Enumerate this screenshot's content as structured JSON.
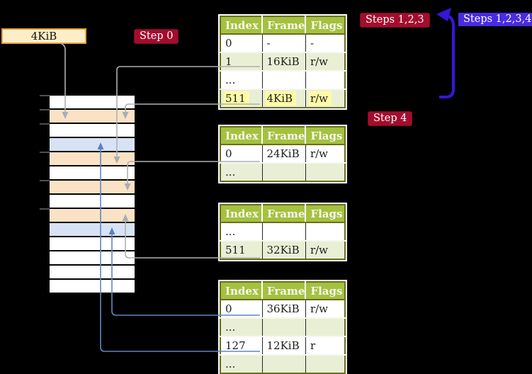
{
  "palette": {
    "background": "#000000",
    "table_header_bg": "#a4c13f",
    "table_alt_row_bg": "#e9efd5",
    "table_border": "#6b6e1f",
    "highlight_yellow": "#fdfba6",
    "frame_peach": "#fbe2c5",
    "frame_blue": "#d7e3f4",
    "connector_gray": "#b0b0b0",
    "connector_blue": "#6286c1",
    "bracket_arrow_blue": "#3517d8",
    "badge_red": "#a30d2e",
    "badge_blue": "#4a2be1",
    "size_label_bg": "#fceec8",
    "size_label_border": "#e7a33c"
  },
  "labels": {
    "page_size": "4KiB",
    "step0": "Step 0",
    "steps123": "Steps 1,2,3",
    "steps1234": "Steps 1,2,3,4",
    "step4": "Step 4"
  },
  "tables": [
    {
      "headers": [
        "Index",
        "Frame",
        "Flags"
      ],
      "rows": [
        {
          "cells": [
            "0",
            "-",
            "-"
          ]
        },
        {
          "cells": [
            "1",
            "16KiB",
            "r/w"
          ]
        },
        {
          "cells": [
            "...",
            "",
            ""
          ]
        },
        {
          "cells": [
            "511",
            "4KiB",
            "r/w"
          ],
          "highlighted": true
        }
      ]
    },
    {
      "headers": [
        "Index",
        "Frame",
        "Flags"
      ],
      "rows": [
        {
          "cells": [
            "0",
            "24KiB",
            "r/w"
          ]
        },
        {
          "cells": [
            "...",
            "",
            ""
          ]
        }
      ]
    },
    {
      "headers": [
        "Index",
        "Frame",
        "Flags"
      ],
      "rows": [
        {
          "cells": [
            "...",
            "",
            ""
          ]
        },
        {
          "cells": [
            "511",
            "32KiB",
            "r/w"
          ]
        }
      ]
    },
    {
      "headers": [
        "Index",
        "Frame",
        "Flags"
      ],
      "rows": [
        {
          "cells": [
            "0",
            "36KiB",
            "r/w"
          ]
        },
        {
          "cells": [
            "...",
            "",
            ""
          ]
        },
        {
          "cells": [
            "127",
            "12KiB",
            "r"
          ]
        },
        {
          "cells": [
            "...",
            "",
            ""
          ]
        }
      ]
    }
  ],
  "memory": {
    "row_colors": [
      "plain",
      "peach",
      "plain",
      "blue",
      "peach",
      "plain",
      "peach",
      "plain",
      "peach",
      "blue",
      "plain",
      "plain",
      "plain",
      "plain"
    ],
    "tick_row_indices": [
      0,
      1,
      2,
      4,
      6,
      8
    ]
  }
}
